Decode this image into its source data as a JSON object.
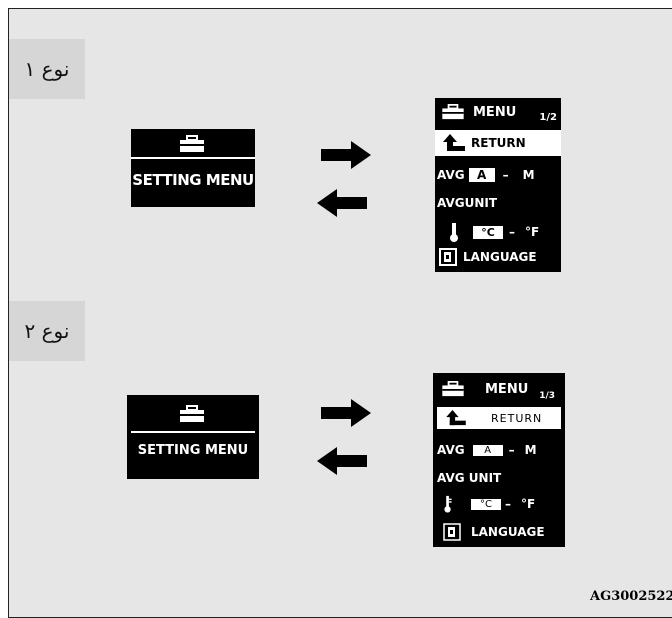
{
  "type1": {
    "label": "نوع ١",
    "setting_menu": "SETTING MENU",
    "menu": {
      "title": "MENU",
      "page": "1/2",
      "return": "RETURN",
      "avg": "AVG",
      "avg_a": "A",
      "avg_dash": "–",
      "avg_m": "M",
      "avg_unit": "AVGUNIT",
      "temp_c": "°C",
      "temp_dash": "–",
      "temp_f": "°F",
      "language": "LANGUAGE"
    }
  },
  "type2": {
    "label": "نوع ٢",
    "setting_menu": "SETTING MENU",
    "menu": {
      "title": "MENU",
      "page": "1/3",
      "return": "RETURN",
      "avg": "AVG",
      "avg_a": "A",
      "avg_dash": "–",
      "avg_m": "M",
      "avg_unit": "AVG UNIT",
      "temp_c": "°C",
      "temp_dash": "–",
      "temp_f": "°F",
      "language": "LANGUAGE"
    }
  },
  "figure_code": "AG3002522"
}
